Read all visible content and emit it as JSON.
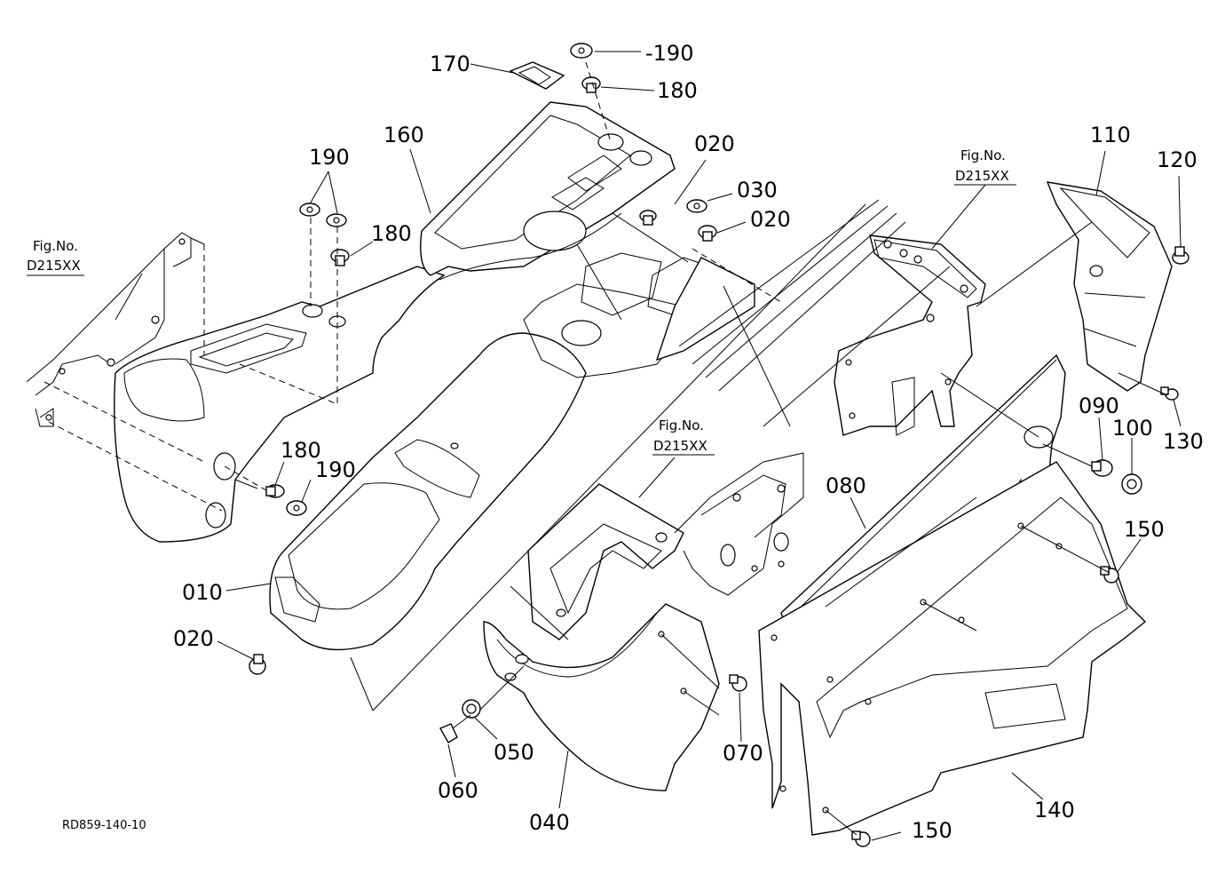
{
  "drawing_ref": "RD859-140-10",
  "fig_refs": [
    {
      "line1": "Fig.No.",
      "line2": "D215XX"
    },
    {
      "line1": "Fig.No.",
      "line2": "D215XX"
    },
    {
      "line1": "Fig.No.",
      "line2": "D215XX"
    }
  ],
  "callouts": {
    "p190_top": "-190",
    "p170": "170",
    "p180_top": "180",
    "p160": "160",
    "p020_a": "020",
    "p030": "030",
    "p020_b": "020",
    "p190_left": "190",
    "p180_left": "180",
    "p110": "110",
    "p120": "120",
    "p180_mid": "180",
    "p190_mid": "190",
    "p090": "090",
    "p100": "100",
    "p130": "130",
    "p080": "080",
    "p150_a": "150",
    "p010": "010",
    "p020_c": "020",
    "p070": "070",
    "p050": "050",
    "p060": "060",
    "p040": "040",
    "p140": "140",
    "p150_b": "150"
  }
}
